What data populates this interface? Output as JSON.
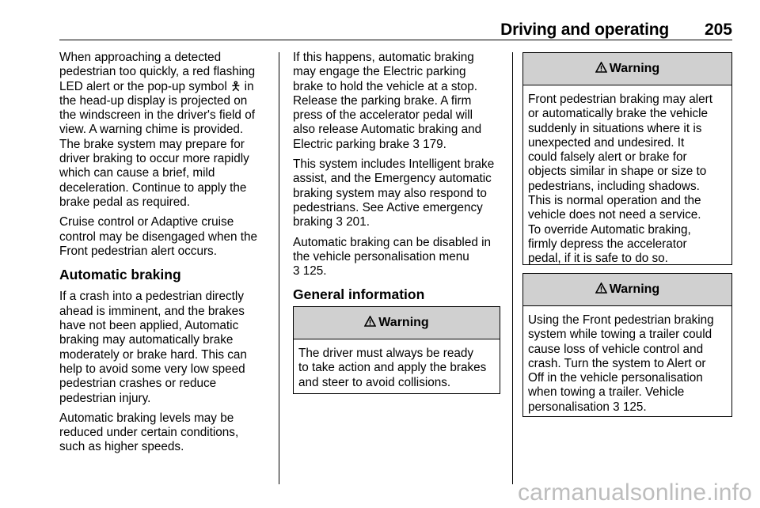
{
  "header": {
    "section_title": "Driving and operating",
    "page_number": "205"
  },
  "col1": {
    "para1": [
      "When approaching a detected",
      "pedestrian too quickly, a red flashing",
      "LED alert or the pop-up symbol 🯅 in",
      "the head-up display is projected on",
      "the windscreen in the driver's field of",
      "view. A warning chime is provided.",
      "The brake system may prepare for",
      "driver braking to occur more rapidly",
      "which can cause a brief, mild",
      "deceleration. Continue to apply the",
      "brake pedal as required."
    ],
    "para2": [
      "Cruise control or Adaptive cruise",
      "control may be disengaged when the",
      "Front pedestrian alert occurs."
    ],
    "heading": "Automatic braking",
    "para3": [
      "If a crash into a pedestrian directly",
      "ahead is imminent, and the brakes",
      "have not been applied, Automatic",
      "braking may automatically brake",
      "moderately or brake hard. This can",
      "help to avoid some very low speed",
      "pedestrian crashes or reduce",
      "pedestrian injury."
    ],
    "para4": [
      "Automatic braking levels may be",
      "reduced under certain conditions,",
      "such as higher speeds."
    ]
  },
  "col2": {
    "para1": [
      "If this happens, automatic braking",
      "may engage the Electric parking",
      "brake to hold the vehicle at a stop.",
      "Release the parking brake. A firm",
      "press of the accelerator pedal will",
      "also release Automatic braking and",
      "Electric parking brake 3 179."
    ],
    "para2": [
      "This system includes Intelligent brake",
      "assist, and the Emergency automatic",
      "braking system may also respond to",
      "pedestrians. See Active emergency",
      "braking 3 201."
    ],
    "para3": [
      "Automatic braking can be disabled in",
      "the vehicle personalisation menu",
      "3 125."
    ],
    "heading": "General information",
    "warning": {
      "title": "Warning",
      "body": [
        "The driver must always be ready",
        "to take action and apply the brakes",
        "and steer to avoid collisions."
      ]
    }
  },
  "col3": {
    "warning1": {
      "title": "Warning",
      "body": [
        "Front pedestrian braking may alert",
        "or automatically brake the vehicle",
        "suddenly in situations where it is",
        "unexpected and undesired. It",
        "could falsely alert or brake for",
        "objects similar in shape or size to",
        "pedestrians, including shadows.",
        "This is normal operation and the",
        "vehicle does not need a service.",
        "To override Automatic braking,",
        "firmly depress the accelerator",
        "pedal, if it is safe to do so."
      ]
    },
    "warning2": {
      "title": "Warning",
      "body": [
        "Using the Front pedestrian braking",
        "system while towing a trailer could",
        "cause loss of vehicle control and",
        "crash. Turn the system to Alert or",
        "Off in the vehicle personalisation",
        "when towing a trailer. Vehicle",
        "personalisation 3 125."
      ]
    }
  },
  "watermark": "carmanualsonline.info"
}
